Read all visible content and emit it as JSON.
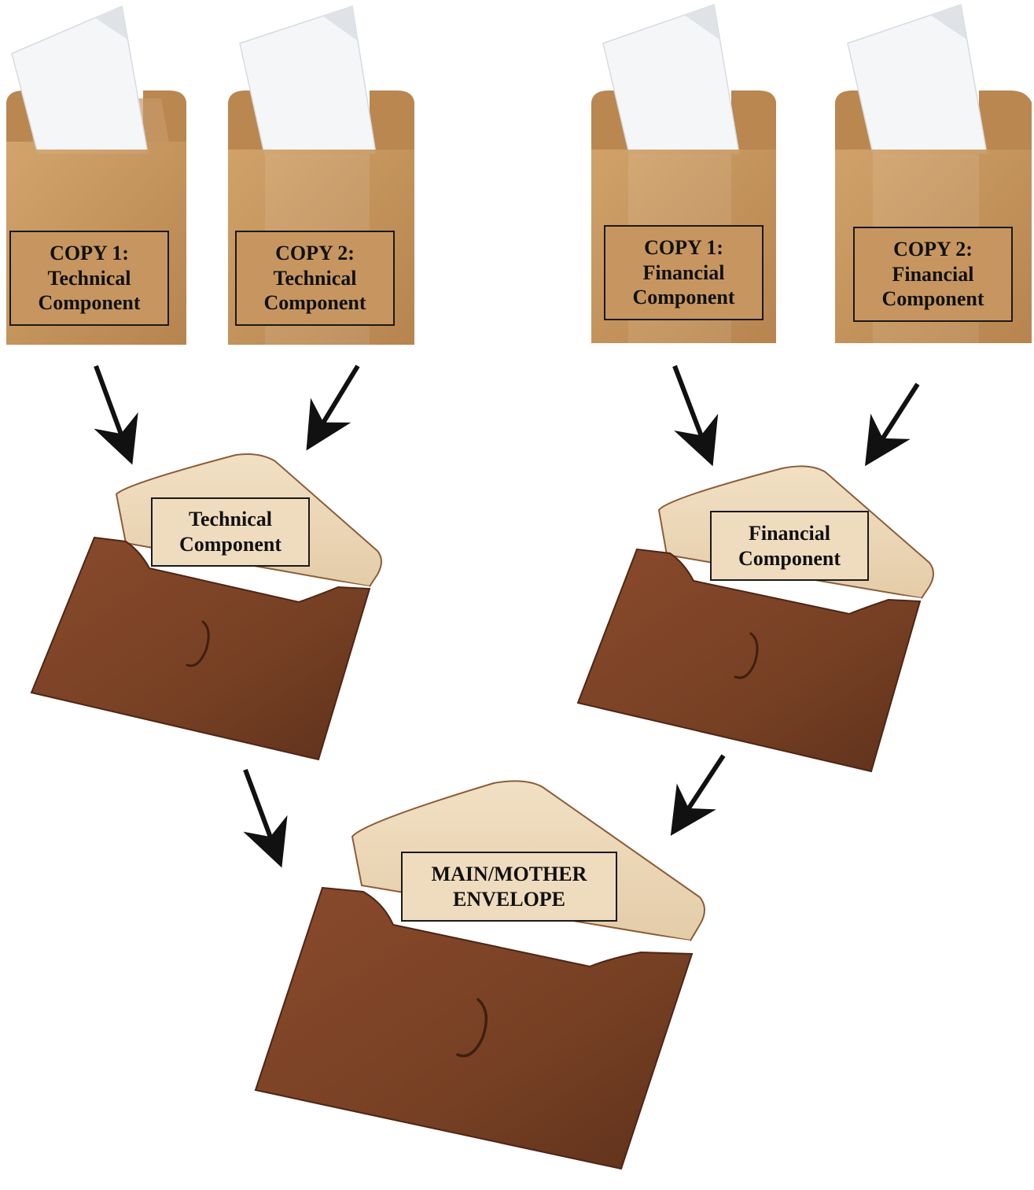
{
  "envelopes": {
    "tech_copy1": {
      "lines": [
        "COPY 1:",
        "Technical",
        "Component"
      ]
    },
    "tech_copy2": {
      "lines": [
        "COPY 2:",
        "Technical",
        "Component"
      ]
    },
    "fin_copy1": {
      "lines": [
        "COPY 1:",
        "Financial",
        "Component"
      ]
    },
    "fin_copy2": {
      "lines": [
        "COPY 2:",
        "Financial",
        "Component"
      ]
    },
    "technical": {
      "lines": [
        "Technical",
        "Component"
      ]
    },
    "financial": {
      "lines": [
        "Financial",
        "Component"
      ]
    },
    "main": {
      "lines": [
        "MAIN/MOTHER",
        "ENVELOPE"
      ]
    }
  },
  "colors": {
    "kraft": "#c49660",
    "kraft_dark": "#a87a47",
    "paper": "#f4f5f7",
    "leather": "#7a3f24",
    "leather_dark": "#5e2d18",
    "lining": "#ecd7b8",
    "arrow": "#111111"
  }
}
